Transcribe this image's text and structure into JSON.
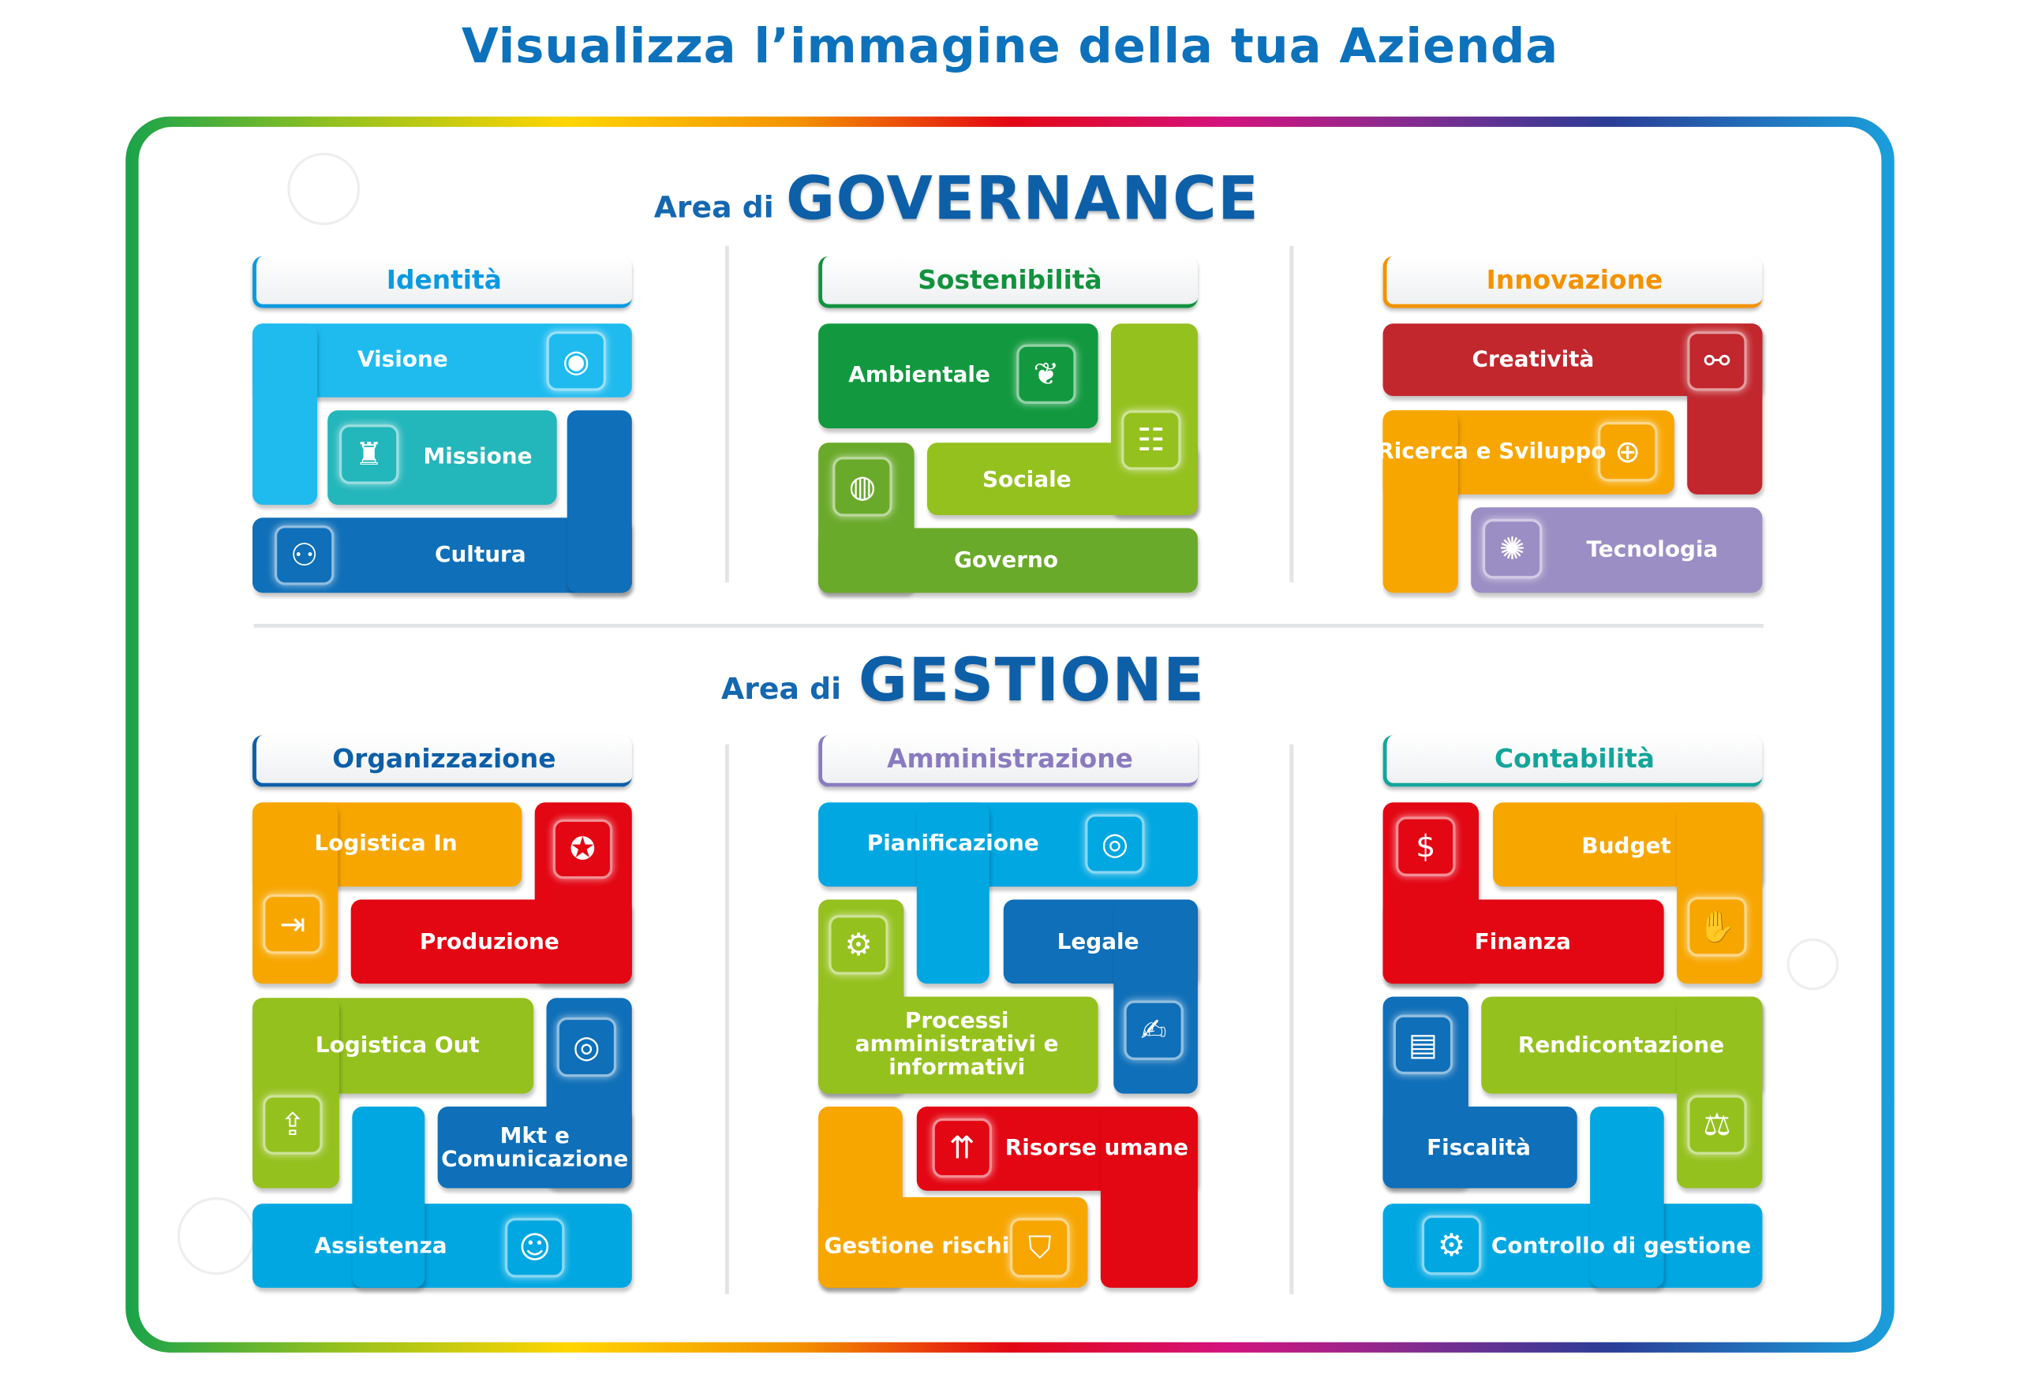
{
  "title": "Visualizza l’immagine della tua Azienda",
  "governance": {
    "prefix": "Area di",
    "name": "GOVERNANCE",
    "groups": [
      {
        "label": "Identità",
        "color": "#0b9ae0",
        "tiles": [
          {
            "label": "Visione",
            "color": "#1fbbef",
            "icon": "eye-orbit-icon"
          },
          {
            "label": "Missione",
            "color": "#23b6bb",
            "icon": "lighthouse-icon"
          },
          {
            "label": "Cultura",
            "color": "#0f6fb8",
            "icon": "people-network-icon"
          }
        ]
      },
      {
        "label": "Sostenibilità",
        "color": "#12923e",
        "tiles": [
          {
            "label": "Ambientale",
            "color": "#12993f",
            "icon": "hands-plant-icon"
          },
          {
            "label": "Sociale",
            "color": "#95c11f",
            "icon": "community-icon"
          },
          {
            "label": "Governo",
            "color": "#6aaa2a",
            "icon": "globe-icon"
          }
        ]
      },
      {
        "label": "Innovazione",
        "color": "#f39200",
        "tiles": [
          {
            "label": "Creatività",
            "color": "#c1272d",
            "icon": "ideas-network-icon"
          },
          {
            "label": "Ricerca e Sviluppo",
            "color": "#f7a600",
            "icon": "research-globe-icon"
          },
          {
            "label": "Tecnologia",
            "color": "#9b8ec4",
            "icon": "lightbulb-gear-icon"
          }
        ]
      }
    ]
  },
  "gestione": {
    "prefix": "Area di",
    "name": "GESTIONE",
    "groups": [
      {
        "label": "Organizzazione",
        "color": "#0d5fa8",
        "tiles": [
          {
            "label": "Logistica In",
            "color": "#f7a600",
            "icon": "sign-in-icon"
          },
          {
            "label": "Produzione",
            "color": "#e30613",
            "icon": "quality-badge-icon"
          },
          {
            "label": "Logistica Out",
            "color": "#95c11f",
            "icon": "export-box-icon"
          },
          {
            "label": "Mkt e Comunicazione",
            "color": "#0f6fb8",
            "icon": "target-people-icon"
          },
          {
            "label": "Assistenza",
            "color": "#00a7e1",
            "icon": "support-person-icon"
          }
        ]
      },
      {
        "label": "Amministrazione",
        "color": "#8a7bbf",
        "tiles": [
          {
            "label": "Pianificazione",
            "color": "#00a7e1",
            "icon": "target-icon"
          },
          {
            "label": "Legale",
            "color": "#0f6fb8",
            "icon": "handshake-contract-icon"
          },
          {
            "label": "Processi amministrativi e informativi",
            "color": "#95c11f",
            "icon": "process-person-icon"
          },
          {
            "label": "Risorse umane",
            "color": "#e30613",
            "icon": "team-growth-icon"
          },
          {
            "label": "Gestione rischi",
            "color": "#f7a600",
            "icon": "chart-shield-icon"
          }
        ]
      },
      {
        "label": "Contabilità",
        "color": "#14a59a",
        "tiles": [
          {
            "label": "Finanza",
            "color": "#e30613",
            "icon": "money-growth-icon"
          },
          {
            "label": "Budget",
            "color": "#f7a600",
            "icon": "coin-hand-icon"
          },
          {
            "label": "Fiscalità",
            "color": "#0f6fb8",
            "icon": "presentation-icon"
          },
          {
            "label": "Rendicontazione",
            "color": "#95c11f",
            "icon": "report-balance-icon"
          },
          {
            "label": "Controllo di gestione",
            "color": "#00a7e1",
            "icon": "gear-control-icon"
          }
        ]
      }
    ]
  }
}
